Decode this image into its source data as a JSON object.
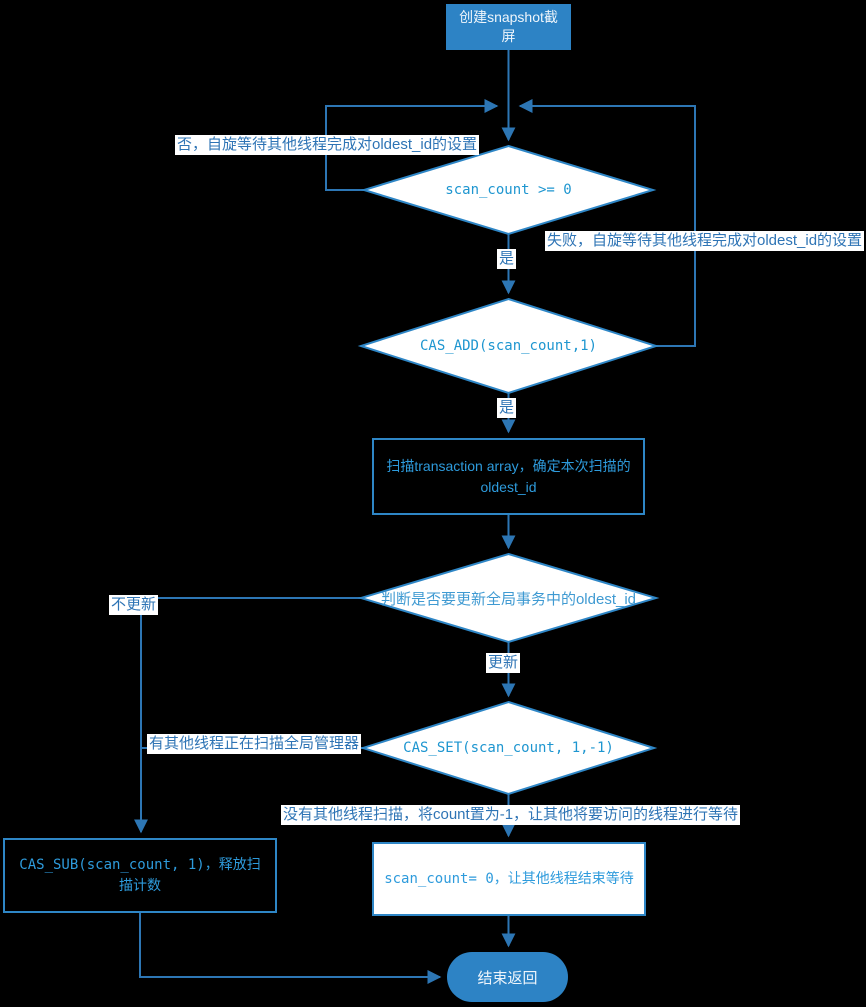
{
  "colors": {
    "bg": "#000000",
    "line": "#2d76b4",
    "border": "#2e86c6",
    "nodefill": "#2d83c5",
    "nodetext": "#eef5fb",
    "dfill": "#ffffff",
    "code": "#1e96d0",
    "boxtext": "#2e9bdc",
    "label": "#2e74b5",
    "dcjk": "#3f9ad2"
  },
  "nodes": {
    "start": "创建snapshot截屏",
    "scan_count_check": "scan_count >= 0",
    "cas_add": "CAS_ADD(scan_count,1)",
    "scan_array": "扫描transaction array，确定本次扫描的oldest_id",
    "update_check": "判断是否要更新全局事务中的oldest_id",
    "cas_set": "CAS_SET(scan_count, 1,-1)",
    "cas_sub": "CAS_SUB(scan_count, 1)，释放扫描计数",
    "reset_count": "scan_count= 0，让其他线程结束等待",
    "end": "结束返回"
  },
  "edge_labels": {
    "no_spin": "否，自旋等待其他线程完成对oldest_id的设置",
    "yes_1": "是",
    "fail_spin": "失败，自旋等待其他线程完成对oldest_id的设置",
    "yes_2": "是",
    "no_update": "不更新",
    "update": "更新",
    "other_thread_scanning": "有其他线程正在扫描全局管理器",
    "no_other_thread": "没有其他线程扫描，将count置为-1，让其他将要访问的线程进行等待"
  }
}
